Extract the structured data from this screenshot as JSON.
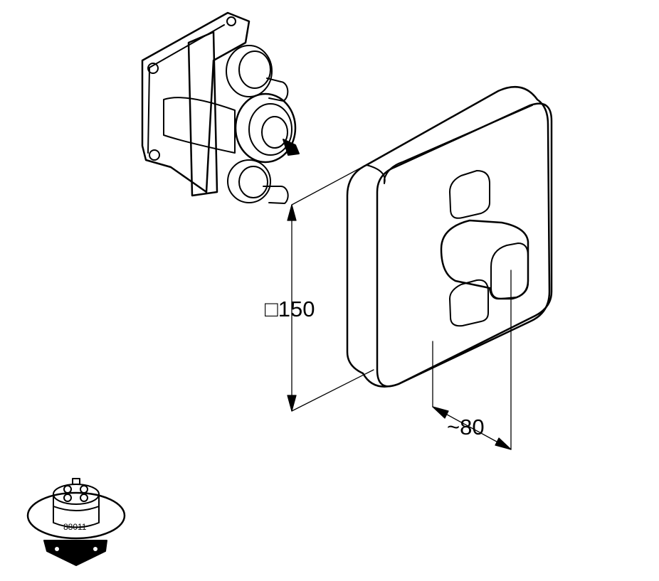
{
  "dimensions": {
    "height_label": "□150",
    "depth_label": "~80"
  },
  "cartridge": {
    "part_number": "88011"
  },
  "colors": {
    "stroke": "#000000",
    "background": "#ffffff"
  }
}
